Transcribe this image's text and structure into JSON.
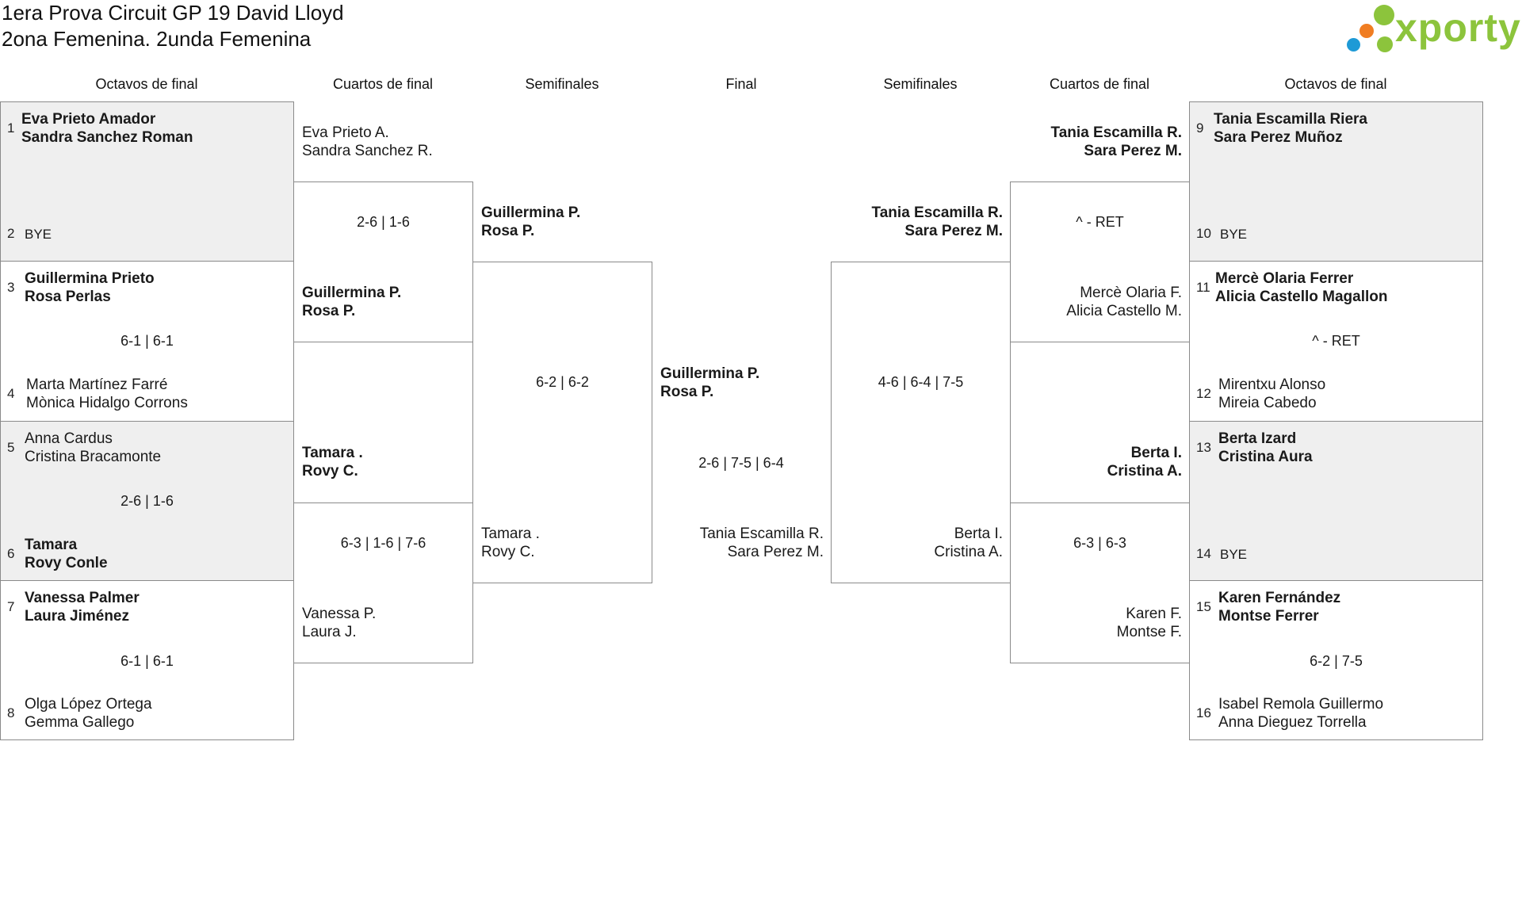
{
  "header": {
    "title_line1": "1era Prova Circuit GP 19 David Lloyd",
    "title_line2": "2ona Femenina. 2unda Femenina",
    "logo_text": "xporty"
  },
  "columns": {
    "r16_left": "Octavos de final",
    "qf_left": "Cuartos de final",
    "sf_left": "Semifinales",
    "final": "Final",
    "sf_right": "Semifinales",
    "qf_right": "Cuartos de final",
    "r16_right": "Octavos de final"
  },
  "round16": [
    {
      "seed": "1",
      "p1": "Eva Prieto Amador",
      "p2": "Sandra Sanchez Roman"
    },
    {
      "seed": "2",
      "p1": "BYE",
      "p2": ""
    },
    {
      "seed": "3",
      "p1": "Guillermina Prieto",
      "p2": "Rosa Perlas"
    },
    {
      "seed": "4",
      "p1": "Marta Martínez Farré",
      "p2": "Mònica Hidalgo Corrons"
    },
    {
      "seed": "5",
      "p1": "Anna Cardus",
      "p2": "Cristina Bracamonte"
    },
    {
      "seed": "6",
      "p1": "Tamara",
      "p2": "Rovy Conle"
    },
    {
      "seed": "7",
      "p1": "Vanessa Palmer",
      "p2": "Laura Jiménez"
    },
    {
      "seed": "8",
      "p1": "Olga López Ortega",
      "p2": "Gemma Gallego"
    },
    {
      "seed": "9",
      "p1": "Tania Escamilla Riera",
      "p2": "Sara Perez Muñoz"
    },
    {
      "seed": "10",
      "p1": "BYE",
      "p2": ""
    },
    {
      "seed": "11",
      "p1": "Mercè Olaria Ferrer",
      "p2": "Alicia Castello Magallon"
    },
    {
      "seed": "12",
      "p1": "Mirentxu Alonso",
      "p2": "Mireia Cabedo"
    },
    {
      "seed": "13",
      "p1": "Berta Izard",
      "p2": "Cristina Aura"
    },
    {
      "seed": "14",
      "p1": "BYE",
      "p2": ""
    },
    {
      "seed": "15",
      "p1": "Karen Fernández",
      "p2": "Montse Ferrer"
    },
    {
      "seed": "16",
      "p1": "Isabel Remola Guillermo",
      "p2": "Anna Dieguez Torrella"
    }
  ],
  "round16_scores": [
    "6-1 | 6-1",
    "2-6 | 1-6",
    "6-1 | 6-1",
    "^ - RET",
    "6-2 | 7-5"
  ],
  "quarters": [
    {
      "p1": "Eva Prieto A.",
      "p2": "Sandra Sanchez R."
    },
    {
      "p1": "Guillermina P.",
      "p2": "Rosa P."
    },
    {
      "p1": "Tamara .",
      "p2": "Rovy C."
    },
    {
      "p1": "Vanessa P.",
      "p2": "Laura J."
    },
    {
      "p1": "Tania Escamilla R.",
      "p2": "Sara Perez M."
    },
    {
      "p1": "Mercè Olaria F.",
      "p2": "Alicia Castello M."
    },
    {
      "p1": "Berta I.",
      "p2": "Cristina A."
    },
    {
      "p1": "Karen F.",
      "p2": "Montse F."
    }
  ],
  "quarter_scores": [
    "2-6 | 1-6",
    "6-3 | 1-6 | 7-6",
    "^ - RET",
    "6-3 | 6-3"
  ],
  "semis": [
    {
      "p1": "Guillermina P.",
      "p2": "Rosa P."
    },
    {
      "p1": "Tamara .",
      "p2": "Rovy C."
    },
    {
      "p1": "Tania Escamilla R.",
      "p2": "Sara Perez M."
    },
    {
      "p1": "Berta I.",
      "p2": "Cristina A."
    }
  ],
  "semi_scores": [
    "6-2 | 6-2",
    "4-6 | 6-4 | 7-5"
  ],
  "final": {
    "p1": "Guillermina P.",
    "p2": "Rosa P.",
    "p3": "Tania Escamilla R.",
    "p4": "Sara Perez M.",
    "score": "2-6 | 7-5 | 6-4"
  }
}
